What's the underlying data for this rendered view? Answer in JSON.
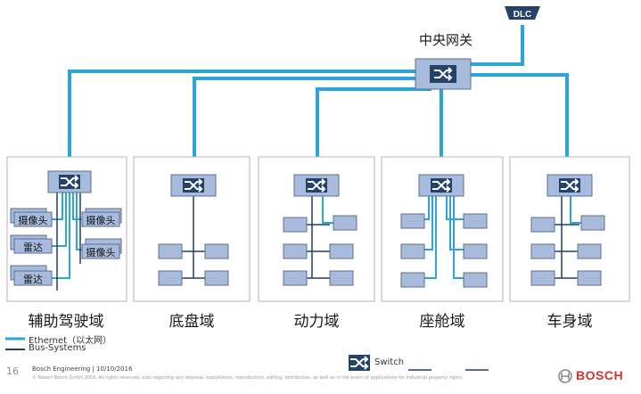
{
  "gateway": {
    "label": "中央网关"
  },
  "dlc": {
    "label": "DLC"
  },
  "domains": [
    {
      "label": "辅助驾驶域",
      "ecus": [
        "摄像头",
        "雷达",
        "雷达",
        "摄像头",
        "摄像头"
      ]
    },
    {
      "label": "底盘域"
    },
    {
      "label": "动力域"
    },
    {
      "label": "座舱域"
    },
    {
      "label": "车身域"
    }
  ],
  "legend": {
    "ethernet": "Ethernet（以太网）",
    "bus": "Bus-Systems",
    "switch": "Switch"
  },
  "colors": {
    "ethernet": "#2aa5d6",
    "bus": "#1e3f66",
    "node_fill": "#a9bbdc",
    "switch_fill": "#25426b"
  },
  "footer": {
    "page": "16",
    "line1": "Bosch Engineering | 10/10/2016",
    "line2": "© Robert Bosch GmbH 2016. All rights reserved, also regarding any disposal, exploitation, reproduction, editing, distribution, as well as in the event of applications for industrial property rights."
  },
  "logo": {
    "text": "BOSCH"
  }
}
